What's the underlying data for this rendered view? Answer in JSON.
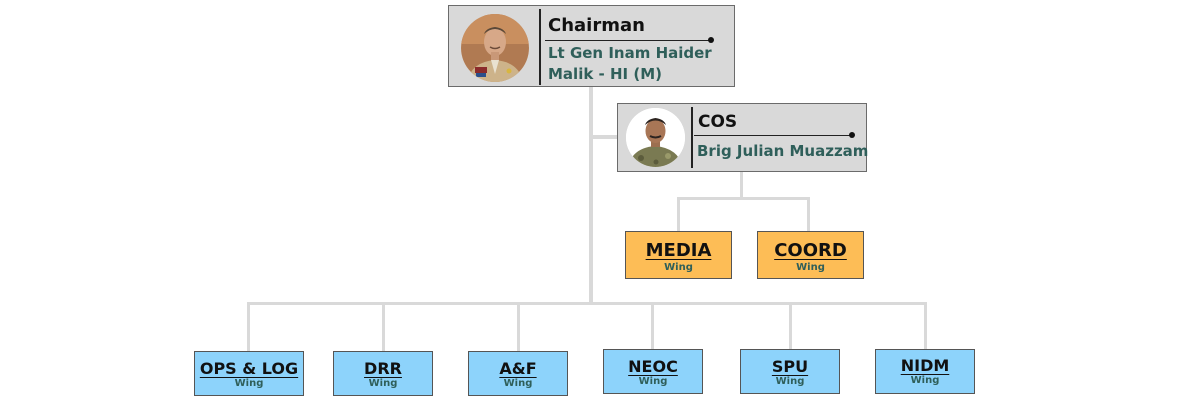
{
  "chairman": {
    "role": "Chairman",
    "name_line1": "Lt Gen Inam Haider",
    "name_line2": "Malik - HI (M)"
  },
  "cos": {
    "role": "COS",
    "name": "Brig Julian Muazzam"
  },
  "staff_wings": [
    {
      "title": "MEDIA",
      "sub": "Wing"
    },
    {
      "title": "COORD",
      "sub": "Wing"
    }
  ],
  "wings": [
    {
      "title": "OPS & LOG",
      "sub": "Wing"
    },
    {
      "title": "DRR",
      "sub": "Wing"
    },
    {
      "title": "A&F",
      "sub": "Wing"
    },
    {
      "title": "NEOC",
      "sub": "Wing"
    },
    {
      "title": "SPU",
      "sub": "Wing"
    },
    {
      "title": "NIDM",
      "sub": "Wing"
    }
  ],
  "colors": {
    "connector": "#d9d9d9",
    "staff_wing_fill": "#fdbd56",
    "wing_fill": "#8dd3fb",
    "name_text": "#2f5f5a"
  },
  "icons": {
    "chairman_photo": "officer-portrait-icon",
    "cos_photo": "officer-portrait-icon"
  }
}
